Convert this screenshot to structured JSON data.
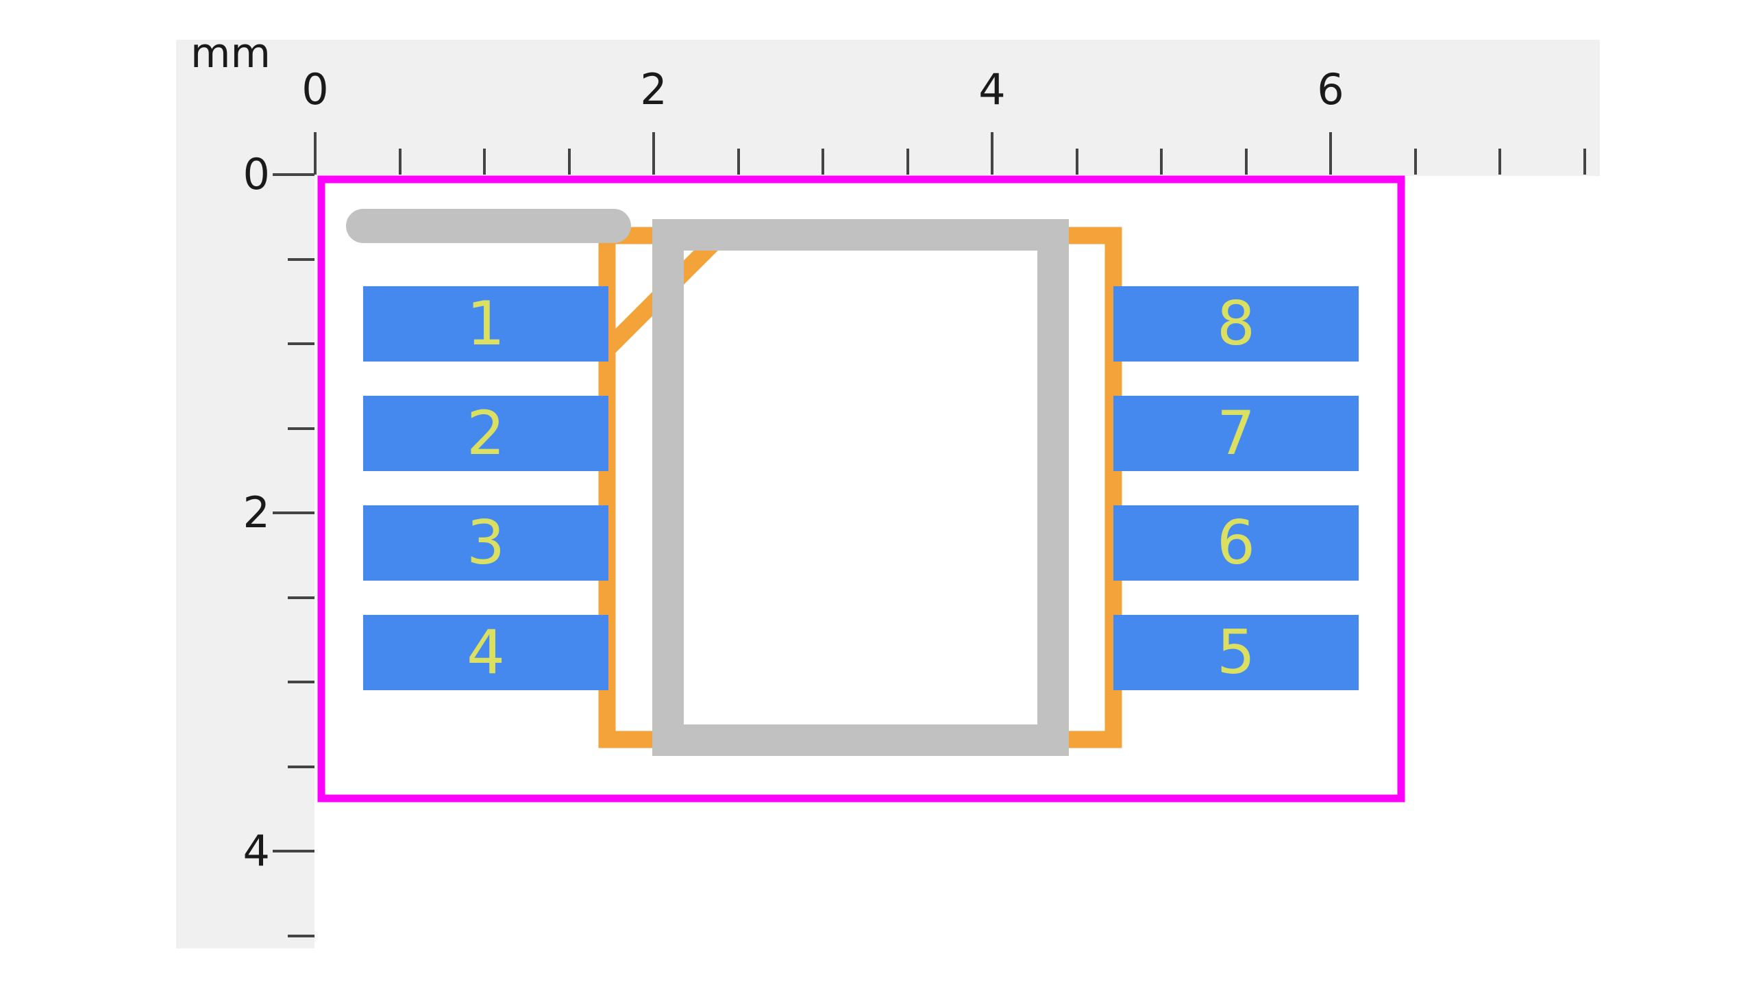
{
  "viewer": {
    "unit_label": "mm",
    "ruler": {
      "horizontal": {
        "labels": [
          "0",
          "2",
          "4",
          "6"
        ],
        "label_mm": [
          0,
          2,
          4,
          6
        ],
        "minor_step_mm": 0.5,
        "extent_mm": 7.5
      },
      "vertical": {
        "labels": [
          "0",
          "2",
          "4"
        ],
        "label_mm": [
          0,
          2,
          4
        ],
        "minor_step_mm": 0.5,
        "extent_mm": 4.5
      }
    },
    "footprint": {
      "pads": {
        "left_numbers": [
          "1",
          "2",
          "3",
          "4"
        ],
        "right_numbers": [
          "8",
          "7",
          "6",
          "5"
        ]
      }
    },
    "colors": {
      "canvas_bg": "#ffffff",
      "ruler_bg": "#f0f0f0",
      "tick": "#444444",
      "label": "#1a1a1a",
      "pad_blue": "#4589ee",
      "pad_number_yellow": "#dce060",
      "silkscreen_orange": "#f3a33a",
      "body_gray": "#c1c1c1",
      "courtyard_magenta": "#ff00ff"
    }
  }
}
